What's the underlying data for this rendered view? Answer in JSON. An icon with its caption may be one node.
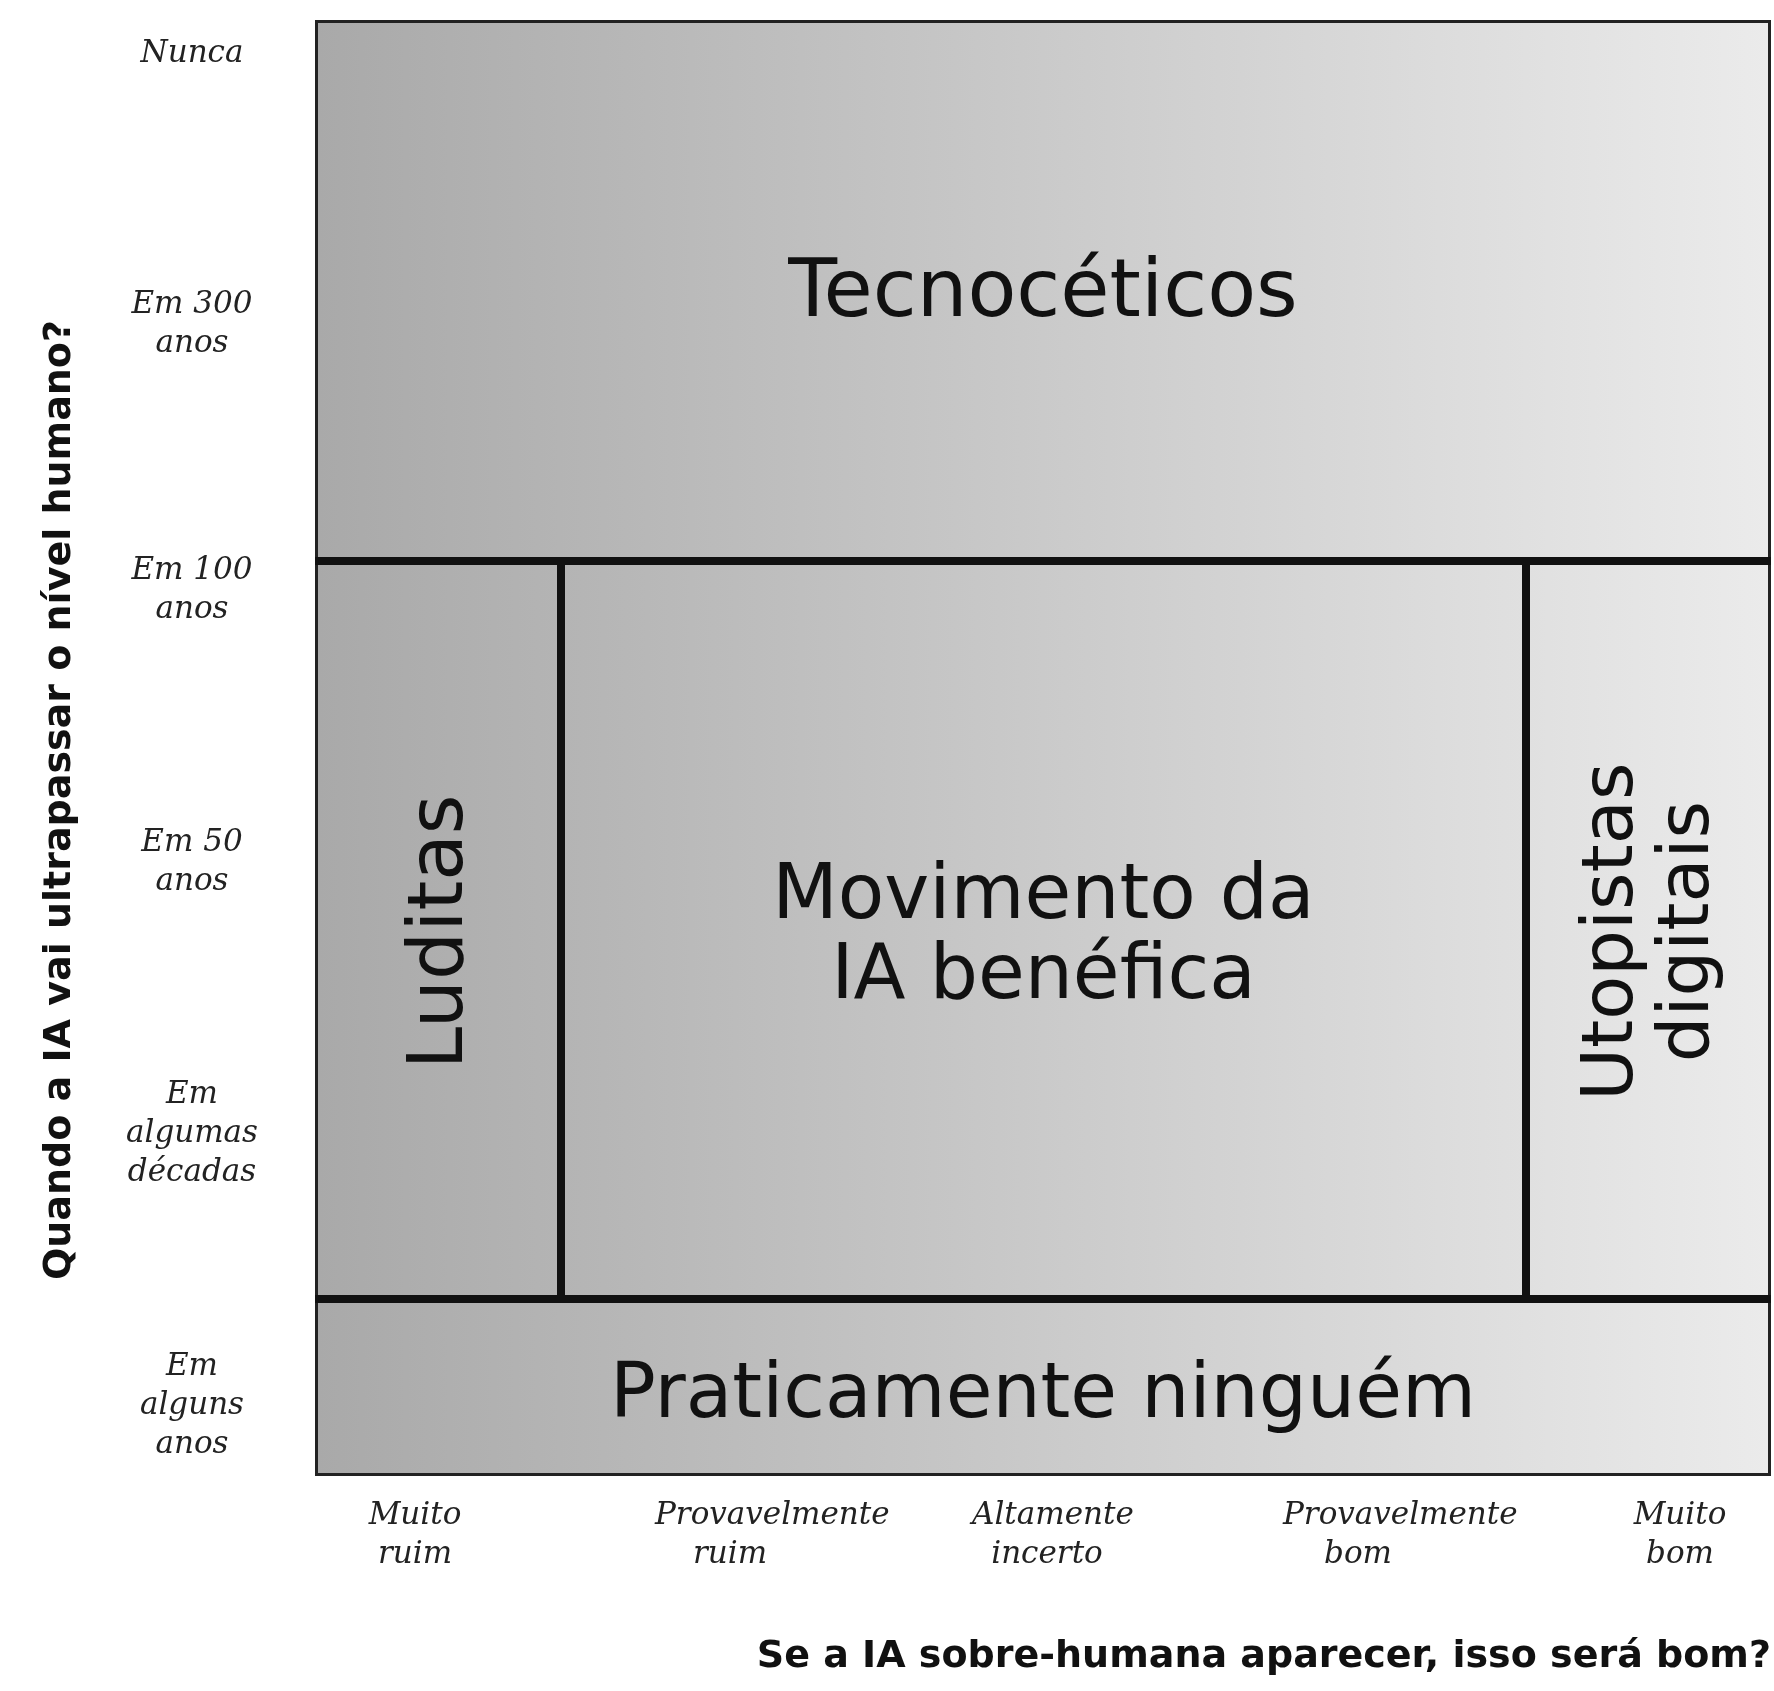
{
  "diagram": {
    "nodes": [
      {
        "text": [
          "Tecnocéticos"
        ]
      },
      {
        "text": [
          "Luditas"
        ]
      },
      {
        "text": [
          "Movimento da IA benéfica"
        ]
      },
      {
        "text": [
          "Utopistas digitais"
        ]
      },
      {
        "text": [
          "Praticamente ninguém"
        ]
      }
    ],
    "labels": [
      "Quando a IA vai ultrapassar o nível humano?",
      "Nunca",
      "Em 300 anos",
      "Em 100 anos",
      "Em 50 anos",
      "Em algumas décadas",
      "Em alguns anos",
      "Muito ruim",
      "Provavelmente ruim",
      "Altamente incerto",
      "Provavelmente bom",
      "Muito bom",
      "Se a IA sobre-humana aparecer, isso será bom?"
    ]
  }
}
